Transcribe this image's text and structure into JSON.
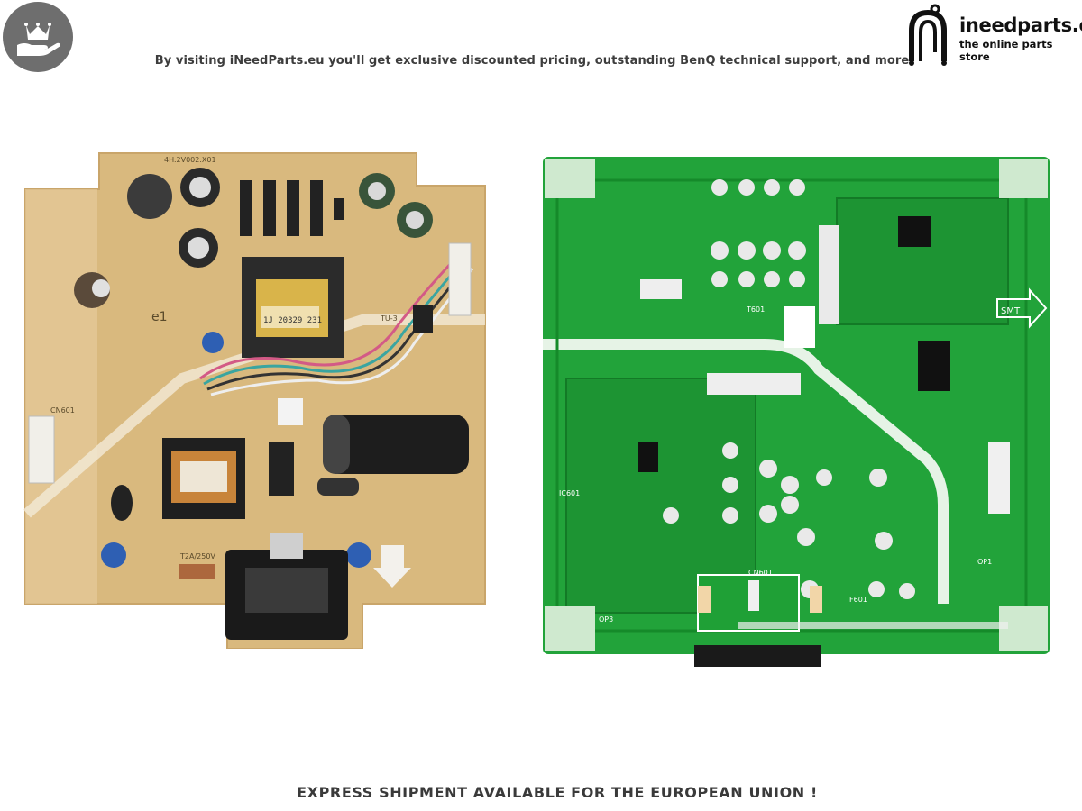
{
  "header": {
    "tagline": "By visiting iNeedParts.eu you'll get exclusive discounted pricing, outstanding BenQ technical support, and more",
    "badge_icon": "crown-hand-icon"
  },
  "logo": {
    "name": "ineedparts.eu",
    "subtitle": "the online parts store",
    "icon": "plug-cable-icon"
  },
  "product_photos": {
    "left": {
      "description_icon": "pcb-component-side-image",
      "labels": [
        "4H.2V002.X01",
        "1J 20329 231",
        "T2A/250V",
        "CN601",
        "e1",
        "TU-3"
      ]
    },
    "right": {
      "description_icon": "pcb-solder-side-image",
      "labels": [
        "SMT",
        "CN601",
        "T601",
        "IC601",
        "F601",
        "OP1",
        "OP3"
      ]
    }
  },
  "footer": {
    "banner": "EXPRESS SHIPMENT AVAILABLE FOR THE EUROPEAN UNION !"
  },
  "colors": {
    "badge": "#6e6e6e",
    "pcb_left": "#d9b97e",
    "pcb_right": "#22a33a",
    "text": "#3a3a3a"
  }
}
